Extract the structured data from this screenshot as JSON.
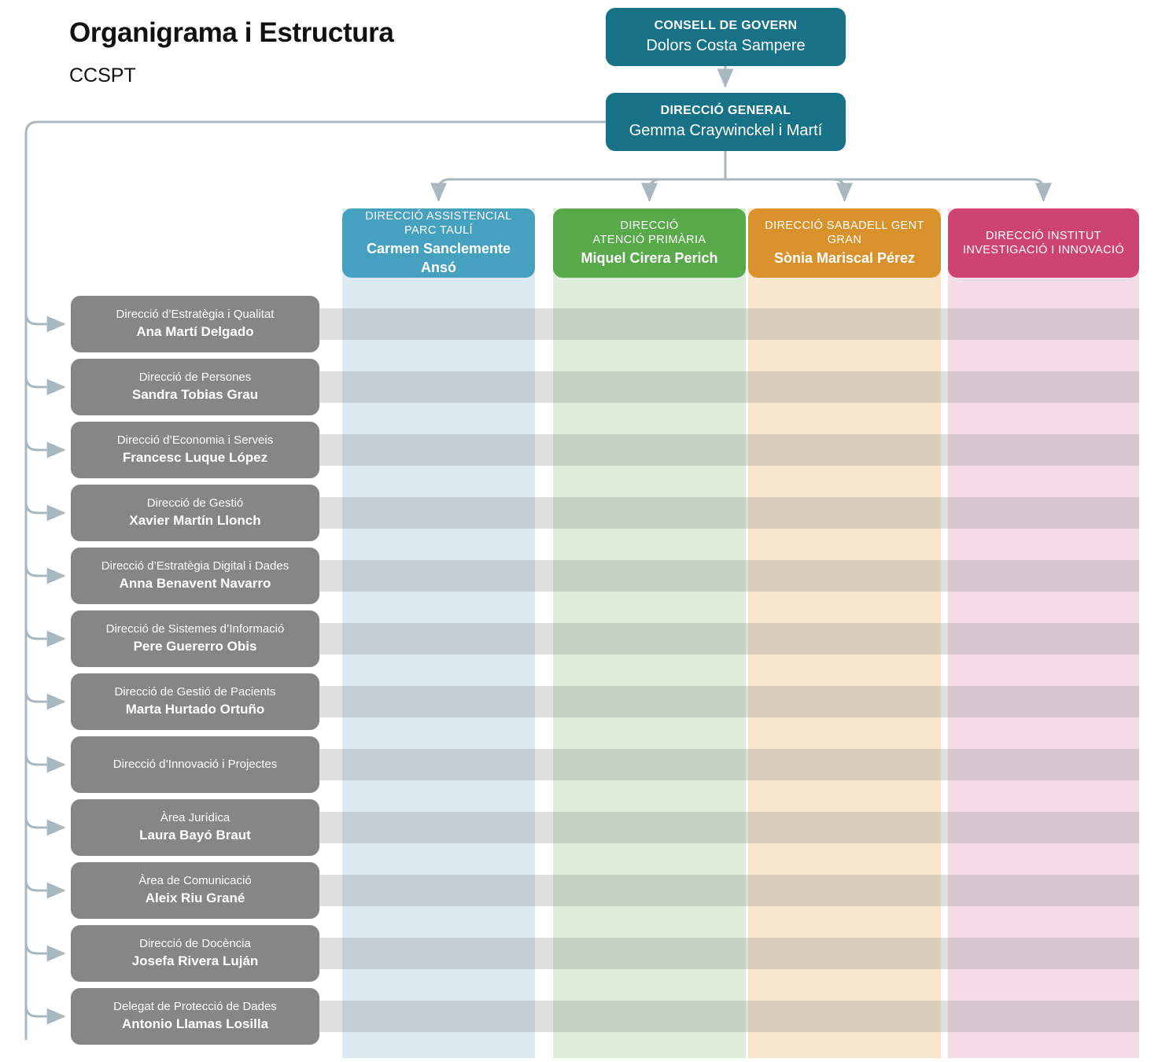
{
  "header": {
    "title": "Organigrama i Estructura",
    "subtitle": "CCSPT"
  },
  "colors": {
    "teal": "#177287",
    "blue": "#46A0BF",
    "green": "#57A94A",
    "orange": "#D9922B",
    "pink": "#CE4470",
    "gray_box": "#858786",
    "connector": "#A8B8BE",
    "band_blue": "#DCEAF1",
    "band_green": "#DFEDDB",
    "band_orange": "#F8E6CD",
    "band_pink": "#F6DCE6"
  },
  "top_nodes": [
    {
      "role": "CONSELL DE GOVERN",
      "person": "Dolors Costa Sampere"
    },
    {
      "role": "DIRECCIÓ GENERAL",
      "person": "Gemma Craywinckel i Martí"
    }
  ],
  "divisions": [
    {
      "dept": "DIRECCIÓ ASSISTENCIAL\nPARC TAULÍ",
      "dept_line1": "DIRECCIÓ ASSISTENCIAL",
      "dept_line2": "PARC TAULÍ",
      "person": "Carmen Sanclemente Ansó",
      "color": "#46A0BF",
      "band": "#DCEAF1"
    },
    {
      "dept": "DIRECCIÓ\nATENCIÓ PRIMÀRIA",
      "dept_line1": "DIRECCIÓ",
      "dept_line2": "ATENCIÓ PRIMÀRIA",
      "person": "Miquel Cirera Perich",
      "color": "#57A94A",
      "band": "#DFEDDB"
    },
    {
      "dept": "DIRECCIÓ SABADELL GENT\nGRAN",
      "dept_line1": "DIRECCIÓ SABADELL GENT",
      "dept_line2": "GRAN",
      "person": "Sònia Mariscal Pérez",
      "color": "#D9922B",
      "band": "#F8E6CD"
    },
    {
      "dept": "DIRECCIÓ INSTITUT\nINVESTIGACIÓ I INNOVACIÓ",
      "dept_line1": "DIRECCIÓ INSTITUT",
      "dept_line2": "INVESTIGACIÓ I INNOVACIÓ",
      "person": "",
      "color": "#CE4470",
      "band": "#F6DCE6"
    }
  ],
  "units": [
    {
      "dept": "Direcció d’Estratègia i Qualitat",
      "person": "Ana Martí Delgado"
    },
    {
      "dept": "Direcció de Persones",
      "person": "Sandra Tobias Grau"
    },
    {
      "dept": "Direcció d’Economia i Serveis",
      "person": "Francesc Luque López"
    },
    {
      "dept": "Direcció de Gestió",
      "person": "Xavier Martín Llonch"
    },
    {
      "dept": "Direcció d’Estratègia Digital i Dades",
      "person": "Anna Benavent Navarro"
    },
    {
      "dept": "Direcció de Sistemes d’Informació",
      "person": "Pere Guererro Obis"
    },
    {
      "dept": "Direcció de Gestió de Pacients",
      "person": "Marta Hurtado Ortuño"
    },
    {
      "dept": "Direcció d’Innovació i Projectes",
      "person": ""
    },
    {
      "dept": "Àrea Jurídica",
      "person": "Laura Bayó Braut"
    },
    {
      "dept": "Àrea de Comunicació",
      "person": "Aleix Riu Grané"
    },
    {
      "dept": "Direcció de Docència",
      "person": "Josefa Rivera Luján"
    },
    {
      "dept": "Delegat de Protecció de Dades",
      "person": "Antonio Llamas Losilla"
    }
  ]
}
